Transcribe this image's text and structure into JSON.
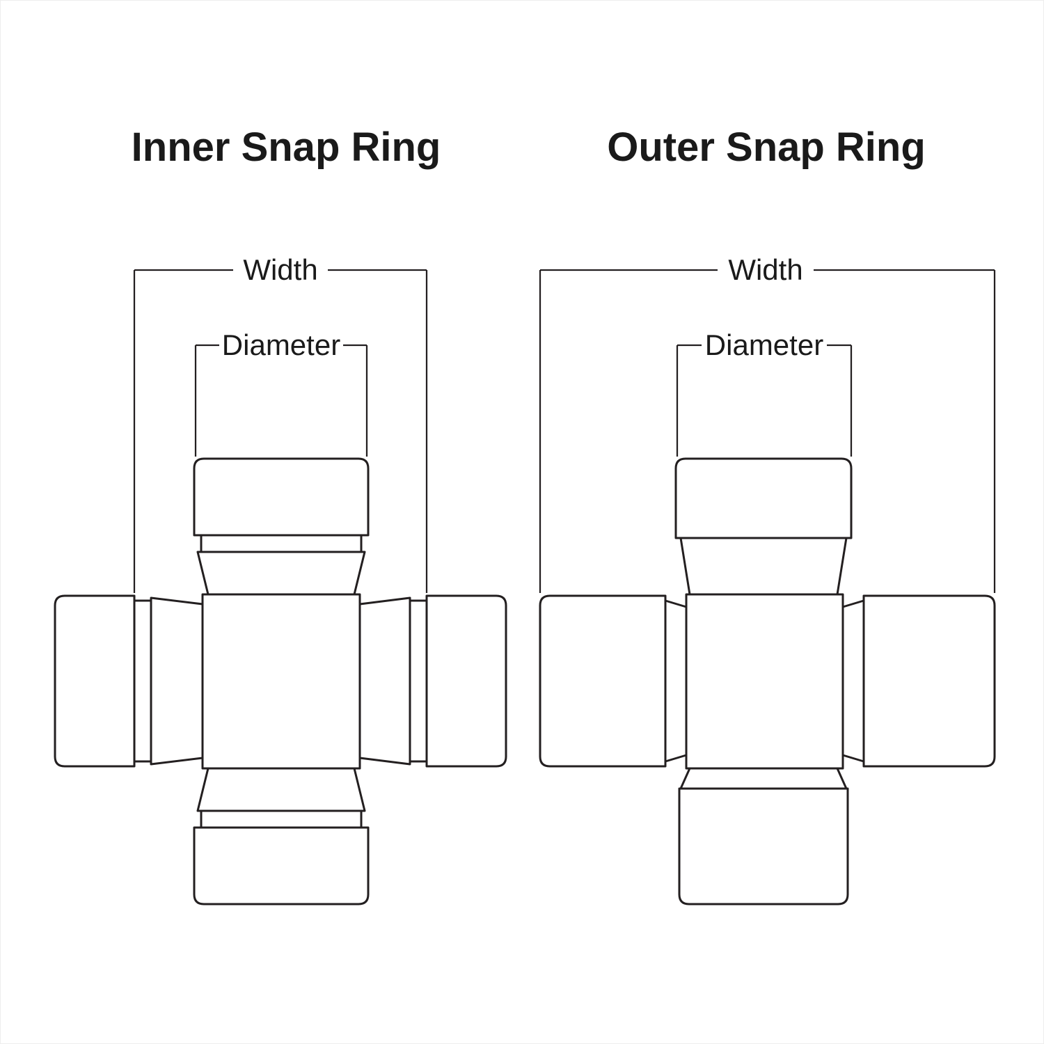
{
  "colors": {
    "background": "#ffffff",
    "line": "#231f20",
    "text": "#1a1a1a"
  },
  "diagrams": [
    {
      "id": "inner-snap-ring",
      "title": "Inner Snap Ring",
      "labels": {
        "width": "Width",
        "diameter": "Diameter"
      }
    },
    {
      "id": "outer-snap-ring",
      "title": "Outer Snap Ring",
      "labels": {
        "width": "Width",
        "diameter": "Diameter"
      }
    }
  ]
}
